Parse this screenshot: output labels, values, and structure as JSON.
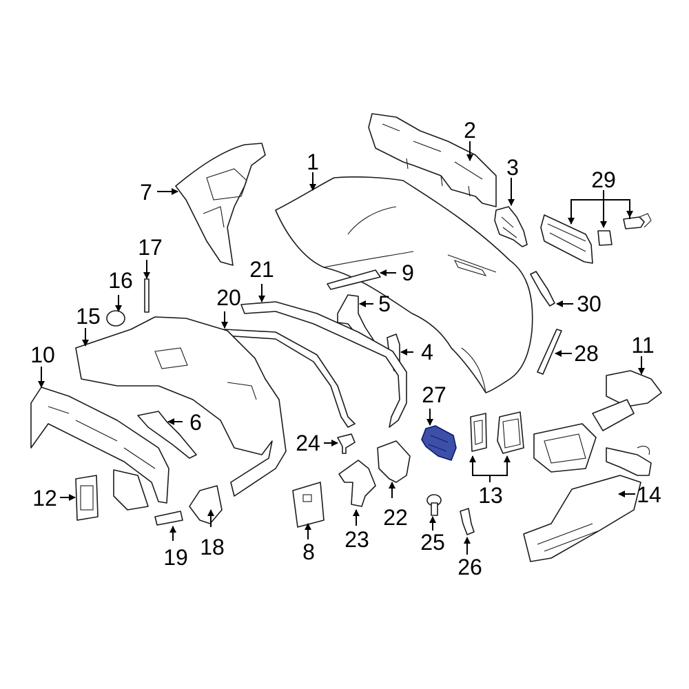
{
  "colors": {
    "line": "#1a1a1a",
    "highlight_fill": "#3d4fa8",
    "highlight_stroke": "#0a1a6a",
    "background": "#ffffff"
  },
  "callouts": {
    "c1": "1",
    "c2": "2",
    "c3": "3",
    "c4": "4",
    "c5": "5",
    "c6": "6",
    "c7": "7",
    "c8": "8",
    "c9": "9",
    "c10": "10",
    "c11": "11",
    "c12": "12",
    "c13": "13",
    "c14": "14",
    "c15": "15",
    "c16": "16",
    "c17": "17",
    "c18": "18",
    "c19": "19",
    "c20": "20",
    "c21": "21",
    "c22": "22",
    "c23": "23",
    "c24": "24",
    "c25": "25",
    "c26": "26",
    "c27": "27",
    "c28": "28",
    "c29": "29",
    "c30": "30"
  },
  "highlighted_part": "27"
}
